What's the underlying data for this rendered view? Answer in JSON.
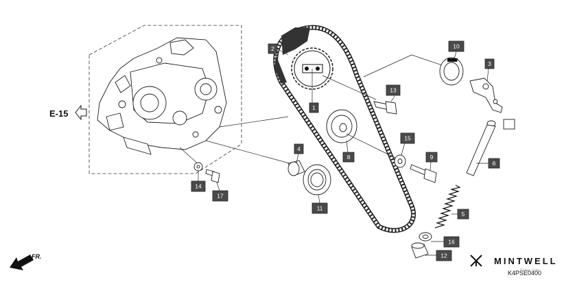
{
  "diagram": {
    "section_ref": "E-15",
    "front_marker": "FR.",
    "brand": "MINTWELL",
    "part_code": "K4PSE0400",
    "watermark": "Fiche.com"
  },
  "callouts": [
    {
      "id": "c1",
      "label": "1"
    },
    {
      "id": "c2",
      "label": "2"
    },
    {
      "id": "c3",
      "label": "3"
    },
    {
      "id": "c4",
      "label": "4"
    },
    {
      "id": "c5",
      "label": "5"
    },
    {
      "id": "c6",
      "label": "6"
    },
    {
      "id": "c8",
      "label": "8"
    },
    {
      "id": "c9",
      "label": "9"
    },
    {
      "id": "c10",
      "label": "10"
    },
    {
      "id": "c11",
      "label": "11"
    },
    {
      "id": "c12",
      "label": "12"
    },
    {
      "id": "c13",
      "label": "13"
    },
    {
      "id": "c14",
      "label": "14"
    },
    {
      "id": "c15",
      "label": "15"
    },
    {
      "id": "c16",
      "label": "16"
    },
    {
      "id": "c17",
      "label": "17"
    }
  ]
}
